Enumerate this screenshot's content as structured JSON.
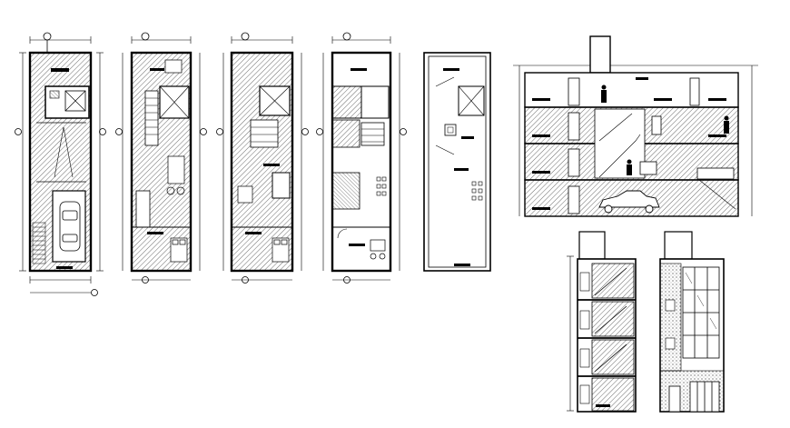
{
  "drawing": {
    "background": "#ffffff",
    "line_color": "#000000",
    "hatch_color": "#444444",
    "views": [
      {
        "id": "ground-floor-plan",
        "kind": "floor-plan",
        "furniture": [
          "car",
          "staircase",
          "kitchen-counter"
        ]
      },
      {
        "id": "first-floor-plan",
        "kind": "floor-plan",
        "furniture": [
          "staircase",
          "dining-set",
          "bed"
        ]
      },
      {
        "id": "second-floor-plan",
        "kind": "floor-plan",
        "furniture": [
          "staircase",
          "sofa",
          "bed"
        ]
      },
      {
        "id": "third-floor-plan",
        "kind": "floor-plan",
        "furniture": [
          "staircase",
          "tables",
          "chairs"
        ]
      },
      {
        "id": "roof-plan",
        "kind": "roof-plan",
        "furniture": [
          "water-tank",
          "skylight"
        ]
      },
      {
        "id": "longitudinal-section",
        "kind": "section",
        "furniture": [
          "car",
          "staircase",
          "doors",
          "people"
        ]
      },
      {
        "id": "cross-section",
        "kind": "section",
        "furniture": [
          "staircase",
          "windows"
        ]
      },
      {
        "id": "front-elevation",
        "kind": "elevation",
        "furniture": [
          "glass-curtain-wall",
          "stone-cladding",
          "gate"
        ]
      }
    ],
    "icons": {
      "north_arrow": "north-arrow-icon",
      "axis_bubble": "grid-axis-bubble-icon",
      "section_marker": "section-marker-icon"
    }
  }
}
